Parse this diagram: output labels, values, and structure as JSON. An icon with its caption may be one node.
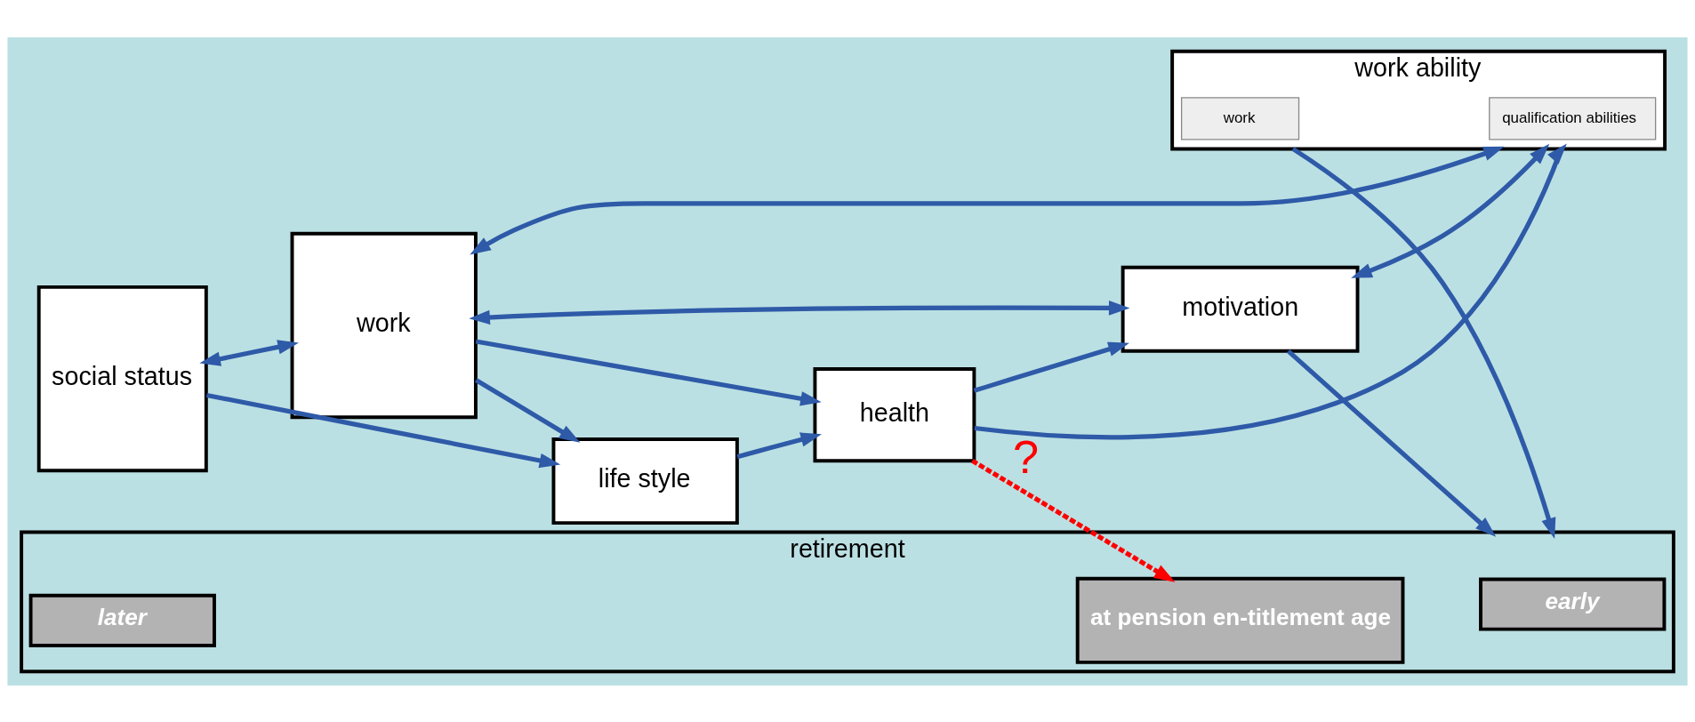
{
  "diagram": {
    "nodes": [
      {
        "text": [
          "social status"
        ]
      },
      {
        "text": [
          "work"
        ]
      },
      {
        "text": [
          "life style"
        ]
      },
      {
        "text": [
          "motivation"
        ]
      },
      {
        "text": [
          "health"
        ]
      },
      {
        "text": [
          "work ability"
        ]
      },
      {
        "text": [
          "qualification abilities"
        ],
        "in": 5
      },
      {
        "text": [
          "work"
        ],
        "in": 5
      },
      {
        "text": [
          "retirement"
        ]
      },
      {
        "text": [
          "early"
        ],
        "in": 8
      },
      {
        "text": [
          "at pension en-titlement age"
        ],
        "in": 8
      },
      {
        "text": [
          "later"
        ],
        "in": 8
      }
    ],
    "edges": [
      {
        "from": 0,
        "to": 1,
        "arrow": "both"
      },
      {
        "from": 0,
        "to": 2,
        "arrow": "to"
      },
      {
        "from": 1,
        "to": 2,
        "arrow": "to"
      },
      {
        "from": 1,
        "to": 3,
        "arrow": "both"
      },
      {
        "from": 1,
        "to": 4,
        "arrow": "to"
      },
      {
        "from": 1,
        "to": 5,
        "arrow": "both"
      },
      {
        "from": 2,
        "to": 4,
        "arrow": "to"
      },
      {
        "from": 4,
        "to": 3,
        "arrow": "to"
      },
      {
        "from": 4,
        "to": 5,
        "arrow": "to"
      },
      {
        "from": 3,
        "to": 5,
        "arrow": "both"
      },
      {
        "from": 3,
        "to": 8,
        "arrow": "to"
      },
      {
        "from": 5,
        "to": 8,
        "arrow": "to"
      },
      {
        "from": 4,
        "to": 10,
        "arrow": "to",
        "label": "?",
        "style": "dashed",
        "color": "#ff0000"
      }
    ]
  }
}
